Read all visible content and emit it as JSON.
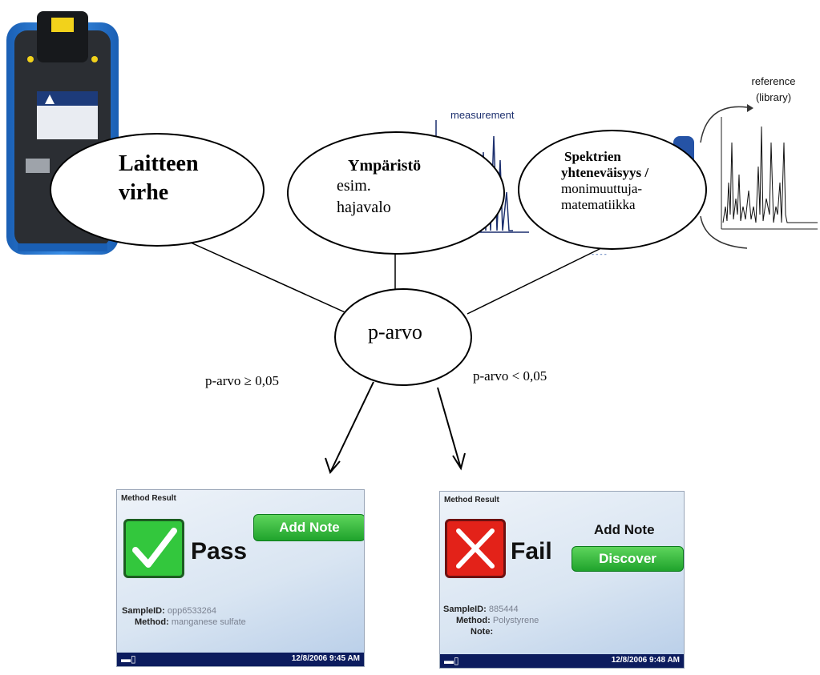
{
  "spectra": {
    "measurement_label": "measurement",
    "reference_label_line1": "reference",
    "reference_label_line2": "(library)"
  },
  "causes": {
    "device_error": {
      "line1": "Laitteen",
      "line2": "virhe"
    },
    "environment": {
      "line1": "Ympäristö",
      "line2": "esim.",
      "line3": "hajavalo"
    },
    "spectra_similarity": {
      "line1": "Spektrien",
      "line2": "yhteneväisyys /",
      "line3": "monimuuttuja-",
      "line4": "matematiikka"
    }
  },
  "p_value": {
    "label": "p-arvo",
    "condition_pass": "p-arvo ≥ 0,05",
    "condition_fail": "p-arvo < 0,05"
  },
  "result_pass": {
    "header": "Method Result",
    "result": "Pass",
    "button": "Add Note",
    "sample_id_label": "SampleID:",
    "sample_id_value": "opp6533264",
    "method_label": "Method:",
    "method_value": "manganese sulfate",
    "datetime": "12/8/2006 9:45 AM",
    "icon": "checkmark-icon",
    "accent": "#33c73d"
  },
  "result_fail": {
    "header": "Method Result",
    "result": "Fail",
    "add_note": "Add Note",
    "button": "Discover",
    "sample_id_label": "SampleID:",
    "sample_id_value": "885444",
    "method_label": "Method:",
    "method_value": "Polystyrene",
    "note_label": "Note:",
    "datetime": "12/8/2006 9:48 AM",
    "icon": "x-mark-icon",
    "accent": "#e32219"
  }
}
